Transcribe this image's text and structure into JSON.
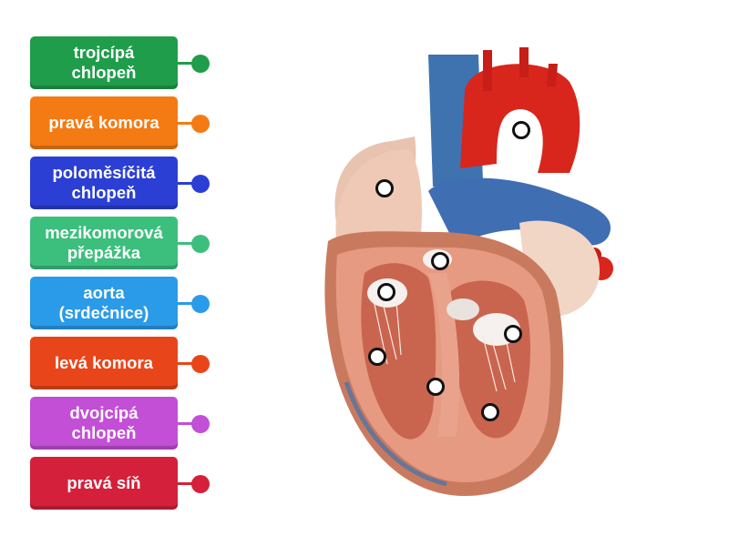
{
  "labels": [
    {
      "text": "trojcípá\nchlopeň",
      "color": "#1f9d4a"
    },
    {
      "text": "pravá komora",
      "color": "#f47a14"
    },
    {
      "text": "poloměsíčitá\nchlopeň",
      "color": "#2b3fd4"
    },
    {
      "text": "mezikomorová\npřepážka",
      "color": "#3cbf7c"
    },
    {
      "text": "aorta\n(srdečnice)",
      "color": "#2a9be8"
    },
    {
      "text": "levá komora",
      "color": "#e8461a"
    },
    {
      "text": "dvojcípá\nchlopeň",
      "color": "#c24fd6"
    },
    {
      "text": "pravá síň",
      "color": "#d4203a"
    }
  ],
  "image": {
    "icon": "heart-model-image"
  }
}
